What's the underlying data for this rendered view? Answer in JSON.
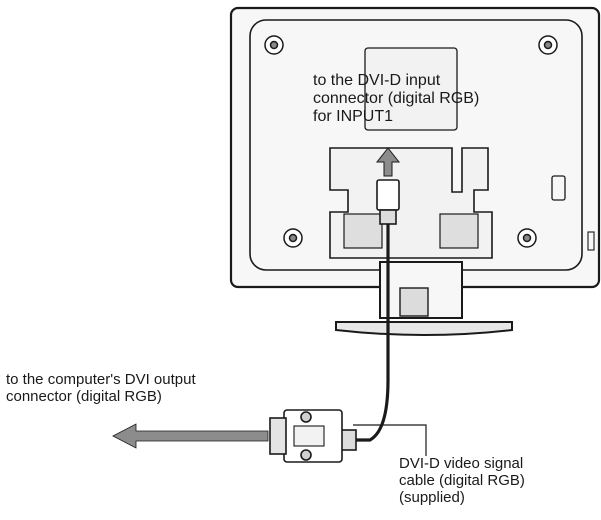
{
  "labels": {
    "dvi_input": {
      "lines": [
        "to the DVI-D input",
        "connector (digital RGB)",
        "for INPUT1"
      ]
    },
    "computer_output": {
      "lines": [
        "to the computer's DVI output",
        "connector (digital RGB)"
      ]
    },
    "cable": {
      "lines": [
        "DVI-D video signal",
        "cable (digital RGB)",
        "(supplied)"
      ]
    }
  },
  "colors": {
    "outline": "#1a1a1a",
    "panel_fill": "#f7f7f7",
    "shade": "#cfcfcf",
    "arrow": "#8c8c8c"
  }
}
